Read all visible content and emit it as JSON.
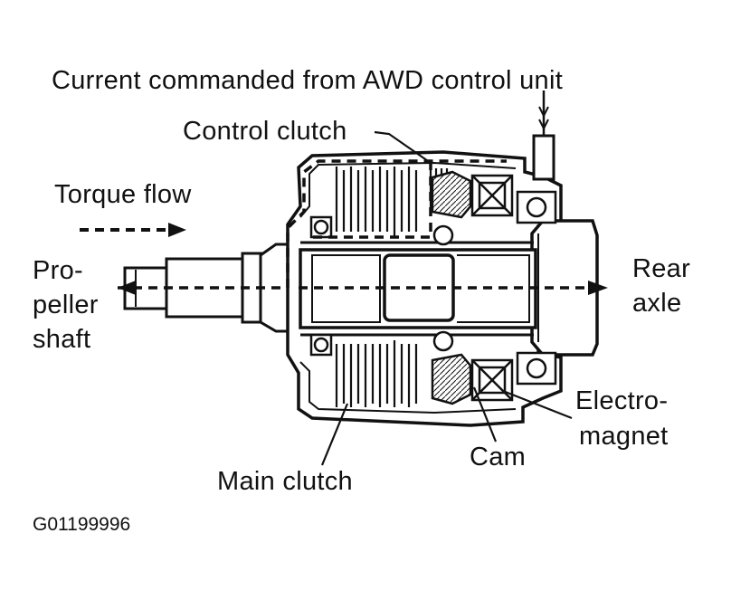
{
  "labels": {
    "current": "Current commanded from AWD control unit",
    "control_clutch": "Control clutch",
    "torque_flow": "Torque flow",
    "propeller_line1": "Pro-",
    "propeller_line2": "peller",
    "propeller_line3": "shaft",
    "rear_line1": "Rear",
    "rear_line2": "axle",
    "electro_line1": "Electro-",
    "electro_line2": "magnet",
    "cam": "Cam",
    "main_clutch": "Main clutch",
    "figure_id": "G01199996"
  },
  "colors": {
    "ink": "#111111",
    "paper": "#ffffff",
    "fill": "#d9d9d9"
  }
}
